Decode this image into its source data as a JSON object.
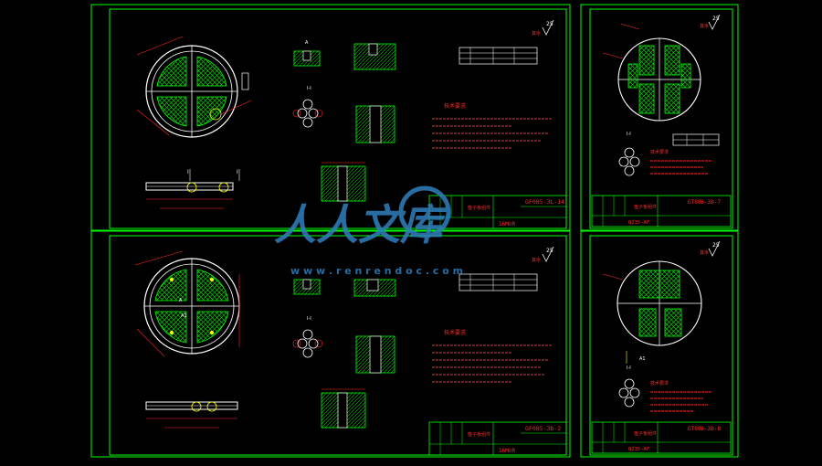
{
  "colors": {
    "background": "#000000",
    "frame": "#00ff00",
    "outline": "#ffffff",
    "hatch": "#00c800",
    "dimension": "#ff2a2a",
    "label": "#ffff00",
    "watermark": "#2f7fbf"
  },
  "sheets": [
    {
      "id": "sheet-top-left",
      "part_code": "GF085-3L-14",
      "part_name": "篦子板组件",
      "material": "16MnR",
      "section_label": "I-I",
      "roughness_value": "25",
      "roughness_text": "其余",
      "notes_title": "技术要求"
    },
    {
      "id": "sheet-top-right",
      "part_code": "GT086-3b-7",
      "part_name": "篦子板组件",
      "material": "Q235-AF",
      "section_label": "I-I",
      "roughness_value": "25",
      "roughness_text": "其余",
      "notes_title": "技术要求"
    },
    {
      "id": "sheet-bottom-left",
      "part_code": "GF085-3b-2",
      "part_name": "篦子板组件",
      "material": "16MnR",
      "section_label": "I-I",
      "roughness_value": "25",
      "roughness_text": "其余",
      "notes_title": "技术要求"
    },
    {
      "id": "sheet-bottom-right",
      "part_code": "GT086-3b-8",
      "part_name": "篦子板组件",
      "material": "Q235-AF",
      "section_label": "I-I",
      "roughness_value": "25",
      "roughness_text": "其余",
      "notes_title": "技术要求"
    }
  ],
  "section_marks": [
    "I",
    "I"
  ],
  "detail_labels": [
    "A",
    "A",
    "A1",
    "A1"
  ],
  "watermark": {
    "logo_text": "人人文库",
    "url_text": "w w w . r e n r e n d o c . c o m"
  }
}
